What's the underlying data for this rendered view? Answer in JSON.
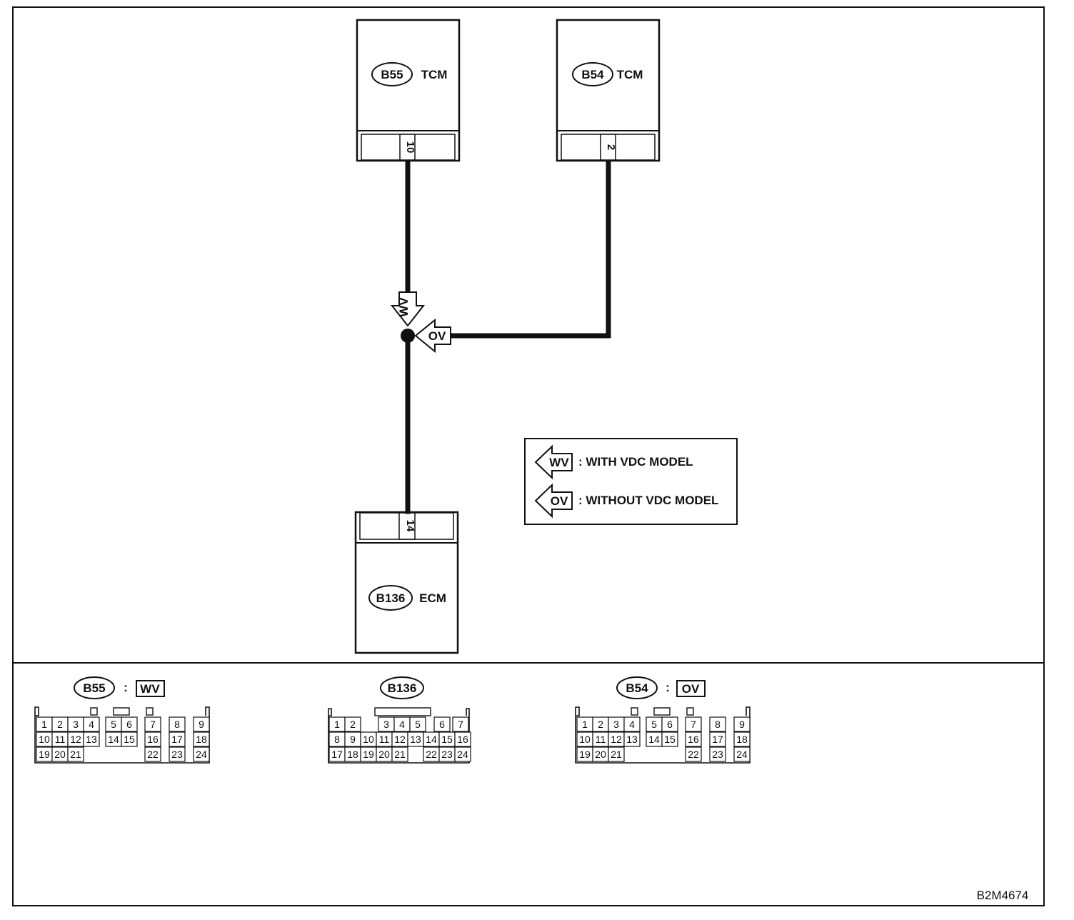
{
  "modules": {
    "tcm_b55": {
      "connector": "B55",
      "name": "TCM",
      "pin": "10"
    },
    "tcm_b54": {
      "connector": "B54",
      "name": "TCM",
      "pin": "2"
    },
    "ecm_b136": {
      "connector": "B136",
      "name": "ECM",
      "pin": "14"
    }
  },
  "junction_tags": {
    "wv": "WV",
    "ov": "OV"
  },
  "legend": {
    "wv_code": "WV",
    "wv_text": ": WITH VDC MODEL",
    "ov_code": "OV",
    "ov_text": ": WITHOUT VDC MODEL"
  },
  "connector_views": {
    "b55": {
      "id": "B55",
      "sep": ":",
      "variant": "WV",
      "row1": [
        "1",
        "2",
        "3",
        "4",
        "5",
        "6",
        "7",
        "8",
        "9"
      ],
      "row2": [
        "10",
        "11",
        "12",
        "13",
        "14",
        "15",
        "16",
        "17",
        "18"
      ],
      "row3": [
        "19",
        "20",
        "21",
        "22",
        "23",
        "24"
      ]
    },
    "b136": {
      "id": "B136",
      "row1": [
        "1",
        "2",
        "3",
        "4",
        "5",
        "6",
        "7"
      ],
      "row2": [
        "8",
        "9",
        "10",
        "11",
        "12",
        "13",
        "14",
        "15",
        "16"
      ],
      "row3": [
        "17",
        "18",
        "19",
        "20",
        "21",
        "22",
        "23",
        "24"
      ]
    },
    "b54": {
      "id": "B54",
      "sep": ":",
      "variant": "OV",
      "row1": [
        "1",
        "2",
        "3",
        "4",
        "5",
        "6",
        "7",
        "8",
        "9"
      ],
      "row2": [
        "10",
        "11",
        "12",
        "13",
        "14",
        "15",
        "16",
        "17",
        "18"
      ],
      "row3": [
        "19",
        "20",
        "21",
        "22",
        "23",
        "24"
      ]
    }
  },
  "figure_code": "B2M4674"
}
